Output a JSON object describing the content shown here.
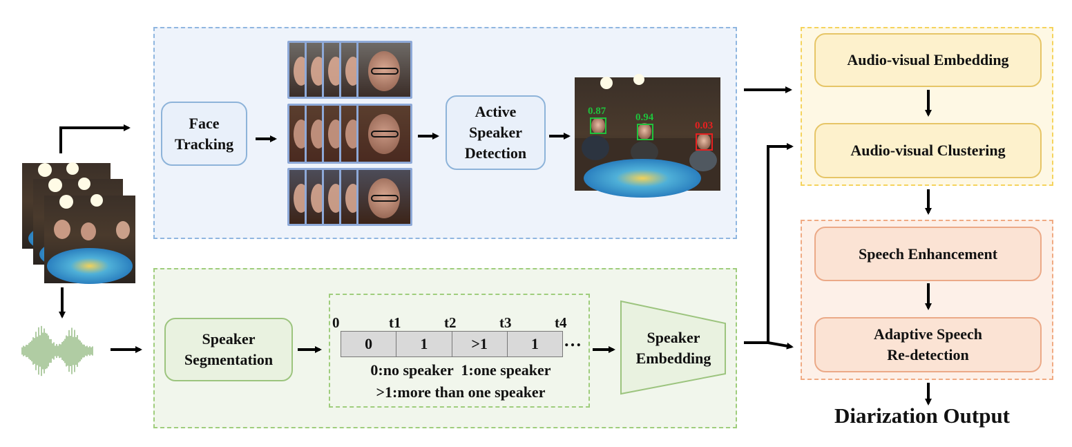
{
  "visual_branch": {
    "face_tracking": "Face\nTracking",
    "active_speaker_detection": "Active\nSpeaker\nDetection",
    "detection_scores": [
      "0.87",
      "0.94",
      "0.03"
    ]
  },
  "audio_branch": {
    "speaker_segmentation": "Speaker\nSegmentation",
    "speaker_embedding": "Speaker\nEmbedding",
    "time_marks": [
      "0",
      "t1",
      "t2",
      "t3",
      "t4"
    ],
    "segment_values": [
      "0",
      "1",
      ">1",
      "1"
    ],
    "ellipsis": "…",
    "legend_line1": "0:no speaker  1:one speaker",
    "legend_line2": ">1:more than one speaker"
  },
  "av_stage": {
    "embedding": "Audio-visual Embedding",
    "clustering": "Audio-visual Clustering"
  },
  "enhancement_stage": {
    "speech_enhancement": "Speech Enhancement",
    "re_detection": "Adaptive Speech\nRe-detection"
  },
  "output": "Diarization Output",
  "colors": {
    "visual_panel": "#eef3fb",
    "audio_panel": "#f1f6ec",
    "av_panel": "#fef8e4",
    "enh_panel": "#fdf0e8",
    "score_green": "#1fc23c",
    "score_red": "#e82020"
  }
}
